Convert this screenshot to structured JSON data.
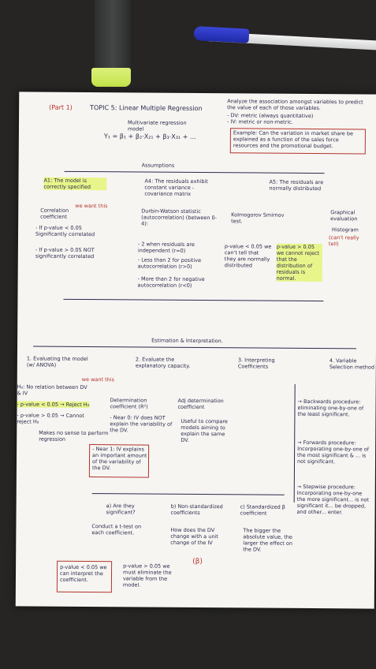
{
  "header": {
    "part": "(Part 1)",
    "topic": "TOPIC 5: Linear Multiple Regression",
    "aim": "Analyze the association amongst variables to predict the value of each of those variables.",
    "dv": "- DV: metric (always quantitative)",
    "iv": "- IV: metric or non-metric."
  },
  "model": {
    "label": "Multivariate regression model",
    "equation": "Y₁ = β₁ + β₂·X₂₁ + β₃·X₃₁ + ..."
  },
  "example": "Example: Can the variation in market share be explained as a function of the sales force resources and the promotional budget.",
  "assumptions": {
    "title": "Assumptions",
    "a1_title": "A1: The model is correctly specified",
    "a1_method": "Correlation coefficient",
    "a1_want": "we want this",
    "a1_if_low": "- If p-value < 0.05 Significantly correlated",
    "a1_if_high": "- If p-value > 0.05 NOT significantly correlated",
    "a4_title": "A4: The residuals exhibit constant variance - covariance matrix",
    "a4_method": "Durbin-Watson statistic (autocorrelation) (between 0-4):",
    "a4_b1": "- 2 when residuals are independent (r=0)",
    "a4_b2": "- Less than 2 for positive autocorrelation (r>0)",
    "a4_b3": "- More than 2 for negative autocorrelation (r<0)",
    "a5_title": "A5: The residuals are normally distributed",
    "a5_test": "Kolmogorov Smirnov test.",
    "a5_low": "p-value < 0.05 we can't tell that they are normally distributed",
    "a5_high": "p-value > 0.05 we cannot reject that the distribution of residuals is normal.",
    "a5_graph": "Graphical evaluation",
    "a5_hist": "Histogram",
    "a5_hist_note": "(can't really tell)"
  },
  "estimation": {
    "title": "Estimation & Interpretation.",
    "s1_title": "1. Evaluating the model (w/ ANOVA)",
    "s1_h0": "H₀: No relation between DV & IV",
    "s1_want": "we want this",
    "s1_low": "- p-value < 0.05 → Reject H₀",
    "s1_high": "- p-value > 0.05 → Cannot reject H₀",
    "s1_note": "Makes no sense to perform regression",
    "s2_title": "2. Evaluate the explanatory capacity.",
    "s2_r2": "Determination coefficient (R²)",
    "s2_r2_0": "- Near 0: IV does NOT explain the variability of the DV.",
    "s2_r2_1": "- Near 1: IV explains an important amount of the variability of the DV.",
    "s2_adj": "Adj determination coefficient",
    "s2_adj_use": "Useful to compare models aiming to explain the same DV.",
    "s3_title": "3. Interpreting Coefficients",
    "s3_a": "a) Are they significant?",
    "s3_a_text": "Conduct a t-test on each coefficient.",
    "s3_a_low": "p-value < 0.05 we can interpret the coefficient.",
    "s3_a_high": "p-value > 0.05 we must eliminate the variable from the model.",
    "s3_b": "b) Non-standardized coefficients",
    "s3_b_text": "How does the DV change with a unit change of the IV",
    "s3_b_beta": "(β)",
    "s3_c": "c) Standardized β coefficient",
    "s3_c_text": "The bigger the absolute value, the larger the effect on the DV.",
    "s4_title": "4. Variable Selection method",
    "s4_back": "→ Backwards procedure: eliminating one-by-one of the least significant.",
    "s4_fwd": "→ Forwards procedure: Incorporating one-by-one of the most significant & ... is not significant.",
    "s4_step": "→ Stepwise procedure: Incorporating one-by-one the more significant... is not significant it... be dropped, and other... enter."
  }
}
